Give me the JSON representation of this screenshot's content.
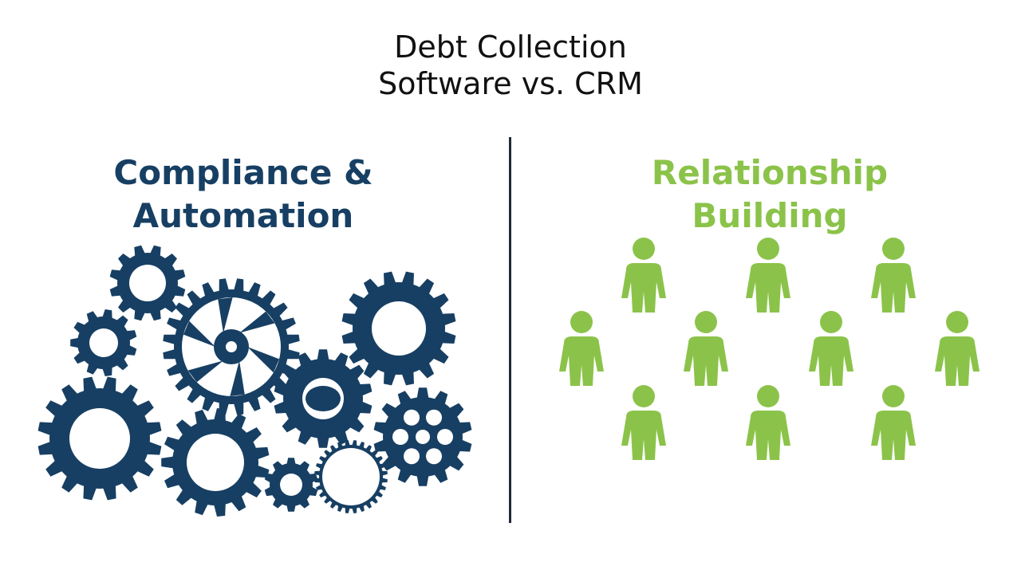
{
  "title": {
    "line1": "Debt Collection",
    "line2": "Software vs. CRM"
  },
  "left": {
    "heading_line1": "Compliance &",
    "heading_line2": "Automation",
    "color": "#173f63",
    "icon": "gears-icon"
  },
  "right": {
    "heading_line1": "Relationship",
    "heading_line2": "Building",
    "color": "#8bc34a",
    "icon": "person-icon"
  }
}
